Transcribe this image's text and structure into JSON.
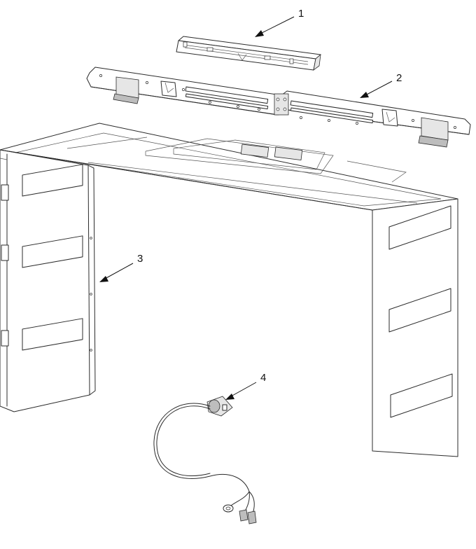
{
  "callouts": [
    {
      "id": "1",
      "label": "1"
    },
    {
      "id": "2",
      "label": "2"
    },
    {
      "id": "3",
      "label": "3"
    },
    {
      "id": "4",
      "label": "4"
    }
  ],
  "colors": {
    "line": "#2b2b2b",
    "background": "#ffffff",
    "shade": "#e6e6e6"
  }
}
